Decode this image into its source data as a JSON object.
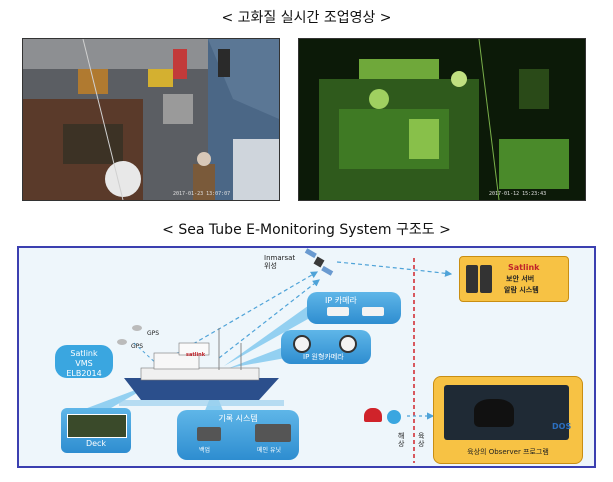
{
  "captions": {
    "top": "< 고화질 실시간 조업영상 >",
    "middle": "< Sea Tube E-Monitoring System 구조도 >"
  },
  "photos": {
    "left_timestamp": "2017-01-23 13:07:07",
    "right_timestamp": "2017-01-12 15:23:43"
  },
  "diagram": {
    "inmarsat": "Inmarsat",
    "satellite": "위성",
    "gps1": "GPS",
    "gps2": "GPS",
    "satlink_vms_line1": "Satlink",
    "satlink_vms_line2": "VMS",
    "satlink_vms_line3": "ELB2014",
    "ship_logo": "satlink",
    "ip_camera": "IP 카메라",
    "ip_rotating_camera": "IP 원형카메라",
    "deck": "Deck",
    "record_system": "기록 시스템",
    "backup": "백업",
    "main_unit": "메인 유닛",
    "server_title": "Satlink",
    "server_line1": "보안 서버",
    "server_line2": "알람 시스템",
    "sea_label": "해상",
    "land_label": "육상",
    "observer_program": "육상의 Observer 프로그램",
    "dos_logo": "DOS"
  },
  "colors": {
    "frame_border": "#3b3fb0",
    "accent_blue": "#3aa6e0",
    "divider_red": "#d0232a",
    "server_yellow": "#f7c244"
  }
}
